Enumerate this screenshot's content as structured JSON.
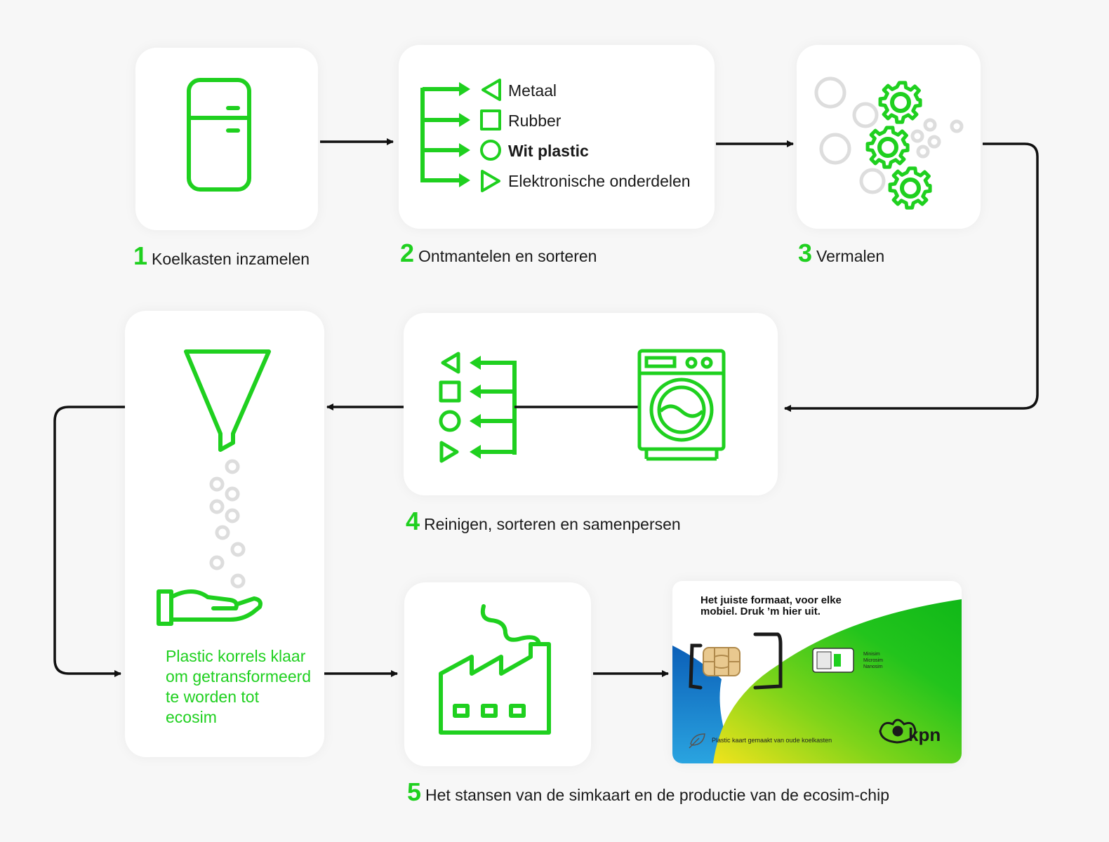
{
  "colors": {
    "accent": "#1fd01f",
    "arrow": "#111111",
    "bubble": "#dddddd"
  },
  "steps": [
    {
      "num": "1",
      "label": "Koelkasten inzamelen"
    },
    {
      "num": "2",
      "label": "Ontmantelen en sorteren"
    },
    {
      "num": "3",
      "label": "Vermalen"
    },
    {
      "num": "4",
      "label": "Reinigen, sorteren en samenpersen"
    },
    {
      "num": "5",
      "label": "Het stansen van de simkaart en de productie van de ecosim-chip"
    }
  ],
  "sorting": {
    "items": [
      {
        "label": "Metaal",
        "shape": "triangle-left"
      },
      {
        "label": "Rubber",
        "shape": "square"
      },
      {
        "label": "Wit plastic",
        "shape": "circle"
      },
      {
        "label": "Elektronische onderdelen",
        "shape": "triangle-right"
      }
    ]
  },
  "korrels": {
    "text": "Plastic korrels klaar om getransformeerd te worden tot ecosim"
  },
  "simcard": {
    "title": "Het juiste formaat, voor elke mobiel. Druk ’m hier uit.",
    "sizes": [
      "Minisim",
      "Microsim",
      "Nanosim"
    ],
    "caption": "Plastic kaart gemaakt van oude koelkasten",
    "brand": "kpn"
  },
  "icons": [
    "fridge-icon",
    "gear-icon",
    "washing-machine-icon",
    "funnel-icon",
    "hand-icon",
    "factory-icon",
    "chip-icon",
    "leaf-icon",
    "crown-icon"
  ]
}
